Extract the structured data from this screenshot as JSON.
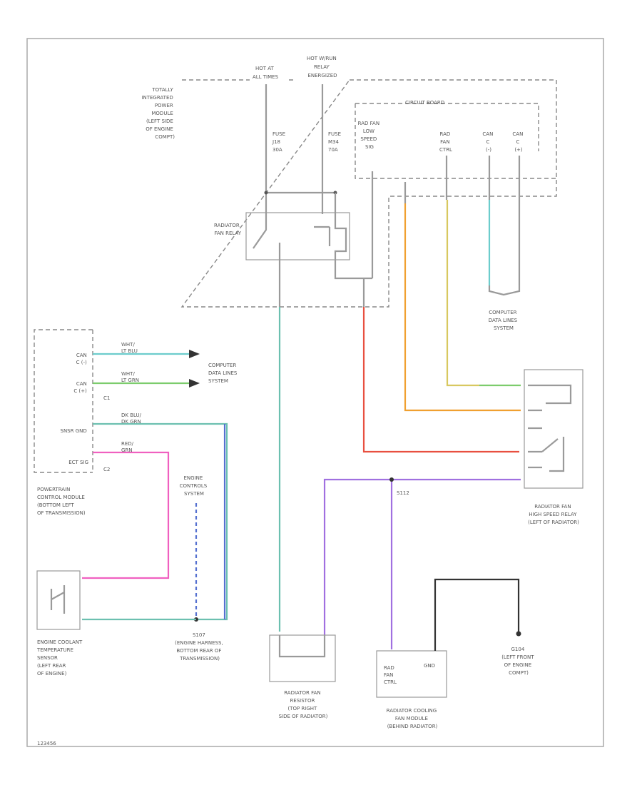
{
  "labels": {
    "hot_at_all_times": [
      "HOT AT",
      "ALL TIMES"
    ],
    "hot_w_run_relay": [
      "HOT W/RUN",
      "RELAY",
      "ENERGIZED"
    ],
    "tipm": [
      "TOTALLY",
      "INTEGRATED",
      "POWER",
      "MODULE",
      "(LEFT SIDE",
      "OF ENGINE",
      "COMPT)"
    ],
    "circuit_board": "CIRCUIT BOARD",
    "fuse_j18": [
      "FUSE",
      "J18",
      "30A"
    ],
    "fuse_m34": [
      "FUSE",
      "M34",
      "70A"
    ],
    "rad_fan_low_speed": [
      "RAD FAN",
      "LOW",
      "SPEED",
      "SIG"
    ],
    "rad_fan_ctrl_tipm": [
      "RAD",
      "FAN",
      "CTRL"
    ],
    "can_c1": [
      "CAN",
      "C",
      "(-)"
    ],
    "can_c2": [
      "CAN",
      "C",
      "(+)"
    ],
    "radiator_fan_relay": [
      "RADIATOR",
      "FAN RELAY"
    ],
    "computer_data_lines_1": [
      "COMPUTER",
      "DATA LINES",
      "SYSTEM"
    ],
    "computer_data_lines_2": [
      "COMPUTER",
      "DATA LINES",
      "SYSTEM"
    ],
    "pcm_pins": [
      "CAN",
      "C (-)",
      "CAN",
      "C (+)",
      "SNSR GND",
      "ECT SIG"
    ],
    "pcm_wires": [
      "WHT/",
      "LT BLU",
      "WHT/",
      "LT GRN",
      "DK BLU/",
      "DK GRN",
      "RED/",
      "GRN"
    ],
    "c1": "C1",
    "c2": "C2",
    "pcm": [
      "POWERTRAIN",
      "CONTROL MODULE",
      "(BOTTOM LEFT",
      "OF TRANSMISSION)"
    ],
    "engine_controls": [
      "ENGINE",
      "CONTROLS",
      "SYSTEM"
    ],
    "ect_sensor": [
      "ENGINE COOLANT",
      "TEMPERATURE",
      "SENSOR",
      "(LEFT REAR",
      "OF ENGINE)"
    ],
    "s107": [
      "S107",
      "(ENGINE HARNESS,",
      "BOTTOM REAR OF",
      "TRANSMISSION)"
    ],
    "radiator_fan_resistor": [
      "RADIATOR FAN",
      "RESISTOR",
      "(TOP RIGHT",
      "SIDE OF RADIATOR)"
    ],
    "fan_module": [
      "RADIATOR COOLING",
      "FAN MODULE",
      "(BEHIND RADIATOR)"
    ],
    "fan_module_pins": [
      "RAD",
      "FAN",
      "CTRL",
      "GND"
    ],
    "s112": "S112",
    "g104": [
      "G104",
      "(LEFT FRONT",
      "OF ENGINE",
      "COMPT)"
    ],
    "high_speed_relay": [
      "RADIATOR FAN",
      "HIGH SPEED RELAY",
      "(LEFT OF RADIATOR)"
    ],
    "footer": "123456"
  },
  "colors": {
    "background": "#ffffff",
    "border": "#aaaaaa",
    "orange": "#f0a030",
    "yellow": "#d8c860",
    "cyan": "#6ccccc",
    "green": "#7ccc6c",
    "red": "#e85040",
    "purple": "#a070e0",
    "pink": "#f060c0",
    "teal": "#6cc0b0",
    "blue": "#5570d0"
  }
}
